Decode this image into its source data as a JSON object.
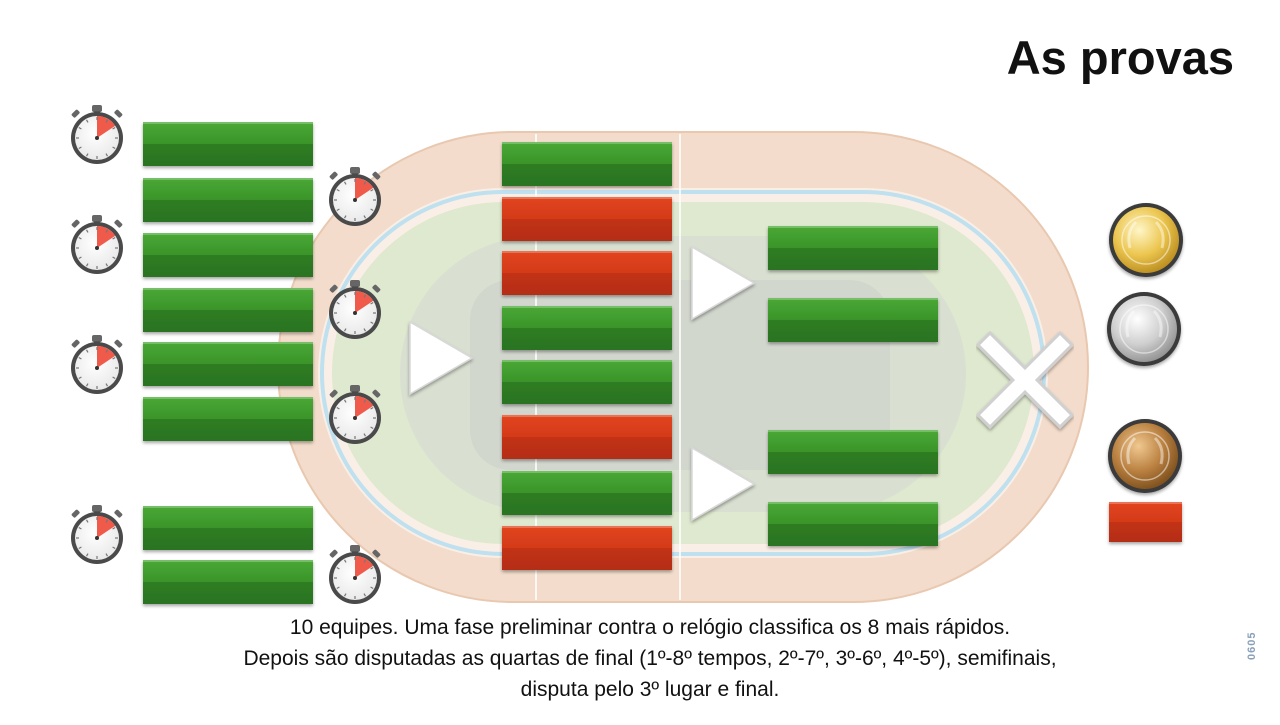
{
  "title": "As provas",
  "caption": {
    "line1": "10 equipes. Uma fase preliminar contra o relógio classifica os 8 mais rápidos.",
    "line2": "Depois são disputadas as quartas de final (1º-8º tempos, 2º-7º, 3º-6º, 4º-5º), semifinais,",
    "line3": "disputa pelo 3º lugar e final."
  },
  "side_code": "0605",
  "colors": {
    "winner": "#3f9a2c",
    "loser": "#d93a1c",
    "track": "#f2d8c6",
    "infield": "#dfe9cf",
    "gold": "#e8c44a",
    "silver": "#c8c8c8",
    "bronze": "#b07a34"
  },
  "icons": {
    "timer": "stopwatch-icon",
    "advance": "play-arrow-icon",
    "eliminated": "cross-icon",
    "gold": "gold-medal-icon",
    "silver": "silver-medal-icon",
    "bronze": "bronze-medal-icon"
  },
  "stages": {
    "preliminary": {
      "teams": 10,
      "results": [
        "win",
        "win",
        "win",
        "win",
        "win",
        "win",
        "win",
        "win"
      ]
    },
    "quarterfinals": {
      "results": [
        "win",
        "lose",
        "lose",
        "win",
        "win",
        "lose",
        "win",
        "lose"
      ]
    },
    "semifinals": {
      "results": [
        "win",
        "win",
        "win",
        "win"
      ]
    },
    "bronze_final": {
      "results": [
        "lose"
      ]
    }
  }
}
